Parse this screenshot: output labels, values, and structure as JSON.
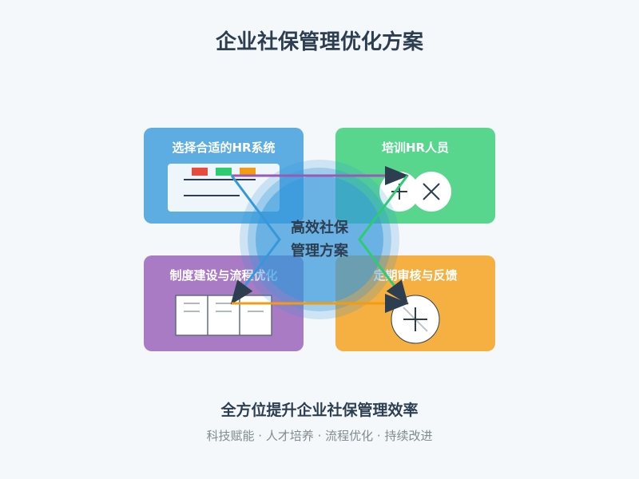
{
  "title": "企业社保管理优化方案",
  "center": {
    "line1": "高效社保",
    "line2": "管理方案"
  },
  "boxes": [
    {
      "label": "选择合适的HR系统",
      "color": "#5dade2",
      "icon": "hr-system-window-icon"
    },
    {
      "label": "培训HR人员",
      "color": "#58d68d",
      "icon": "training-people-icon"
    },
    {
      "label": "制度建设与流程优化",
      "color": "#a97bc4",
      "icon": "process-document-icon"
    },
    {
      "label": "定期审核与反馈",
      "color": "#f5b041",
      "icon": "review-feedback-icon"
    }
  ],
  "flows": [
    {
      "from": "选择合适的HR系统",
      "to": "培训HR人员",
      "color": "#9b59b6"
    },
    {
      "from": "选择合适的HR系统",
      "to": "制度建设与流程优化",
      "color": "#3498db"
    },
    {
      "from": "培训HR人员",
      "to": "定期审核与反馈",
      "color": "#2ecc71"
    },
    {
      "from": "制度建设与流程优化",
      "to": "定期审核与反馈",
      "color": "#f39c12"
    }
  ],
  "footer": {
    "headline": "全方位提升企业社保管理效率",
    "tagline": "科技赋能 · 人才培养 · 流程优化 · 持续改进"
  }
}
